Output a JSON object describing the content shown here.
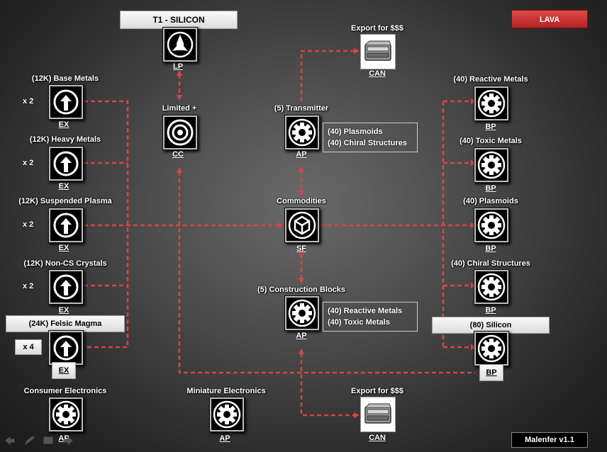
{
  "title": "T1 - SILICON",
  "planet_button": "LAVA",
  "credit": "Malenfer v1.1",
  "launchpad": {
    "code": "LP"
  },
  "command_center": {
    "label": "Limited +",
    "code": "CC"
  },
  "export_top": {
    "label": "Export for $$$",
    "code": "CAN"
  },
  "export_bottom": {
    "label": "Export for $$$",
    "code": "CAN"
  },
  "transmitter": {
    "label": "(5) Transmitter",
    "code": "AP",
    "inputs": [
      "(40) Plasmoids",
      "(40) Chiral Structures"
    ]
  },
  "commodities": {
    "label": "Commodities",
    "code": "SF"
  },
  "construction_blocks": {
    "label": "(5) Construction Blocks",
    "code": "AP",
    "inputs": [
      "(40) Reactive Metals",
      "(40) Toxic Metals"
    ]
  },
  "extractors": [
    {
      "label": "(12K) Base Metals",
      "multiplier": "x 2",
      "code": "EX"
    },
    {
      "label": "(12K) Heavy Metals",
      "multiplier": "x 2",
      "code": "EX"
    },
    {
      "label": "(12K) Suspended Plasma",
      "multiplier": "x 2",
      "code": "EX"
    },
    {
      "label": "(12K) Non-CS Crystals",
      "multiplier": "x 2",
      "code": "EX"
    },
    {
      "label": "(24K) Felsic Magma",
      "multiplier": "x 4",
      "code": "EX"
    }
  ],
  "processors": [
    {
      "label": "(40) Reactive Metals",
      "code": "BP"
    },
    {
      "label": "(40) Toxic Metals",
      "code": "BP"
    },
    {
      "label": "(40) Plasmoids",
      "code": "BP"
    },
    {
      "label": "(40) Chiral Structures",
      "code": "BP"
    },
    {
      "label": "(80) Silicon",
      "code": "BP"
    }
  ],
  "bottom_nodes": [
    {
      "label": "Consumer Electronics",
      "code": "AP"
    },
    {
      "label": "Miniature Electronics",
      "code": "AP"
    }
  ],
  "colors": {
    "accent": "#d9534f",
    "connector": "#d64545",
    "lava": "#c83030"
  },
  "icons": {
    "launchpad": "rocket-icon",
    "command_center": "target-icon",
    "extractor": "up-arrow-icon",
    "processor": "gear-icon",
    "factory": "cube-icon",
    "export": "container-icon",
    "toolbar": [
      "back-arrow-icon",
      "pencil-icon",
      "comment-icon",
      "forward-arrow-icon"
    ]
  }
}
